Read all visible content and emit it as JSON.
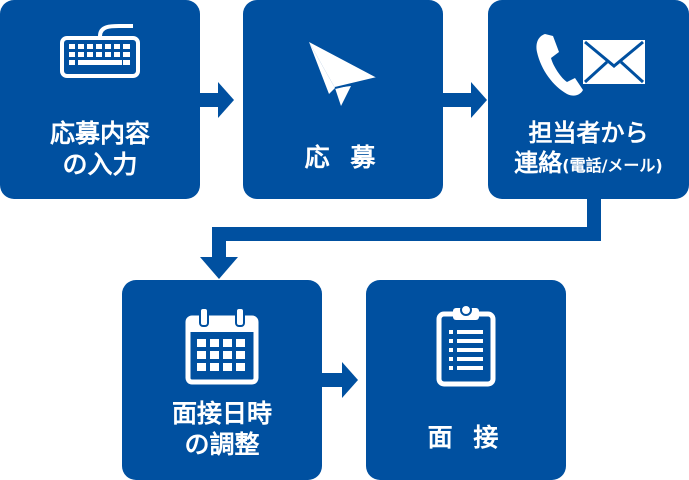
{
  "steps": [
    {
      "id": "entry-input",
      "line1": "応募内容",
      "line2": "の入力",
      "icon": "keyboard-icon"
    },
    {
      "id": "apply",
      "line1": "応 募",
      "icon": "paper-plane-icon"
    },
    {
      "id": "contact",
      "line1": "担当者から",
      "line2": "連絡",
      "note": "(電話/メール)",
      "icon": "phone-mail-icon"
    },
    {
      "id": "schedule",
      "line1": "面接日時",
      "line2": "の調整",
      "icon": "calendar-icon"
    },
    {
      "id": "interview",
      "line1": "面 接",
      "icon": "clipboard-icon"
    }
  ],
  "colors": {
    "box": "#0050a0",
    "icon": "#ffffff",
    "background": "#ffffff"
  }
}
